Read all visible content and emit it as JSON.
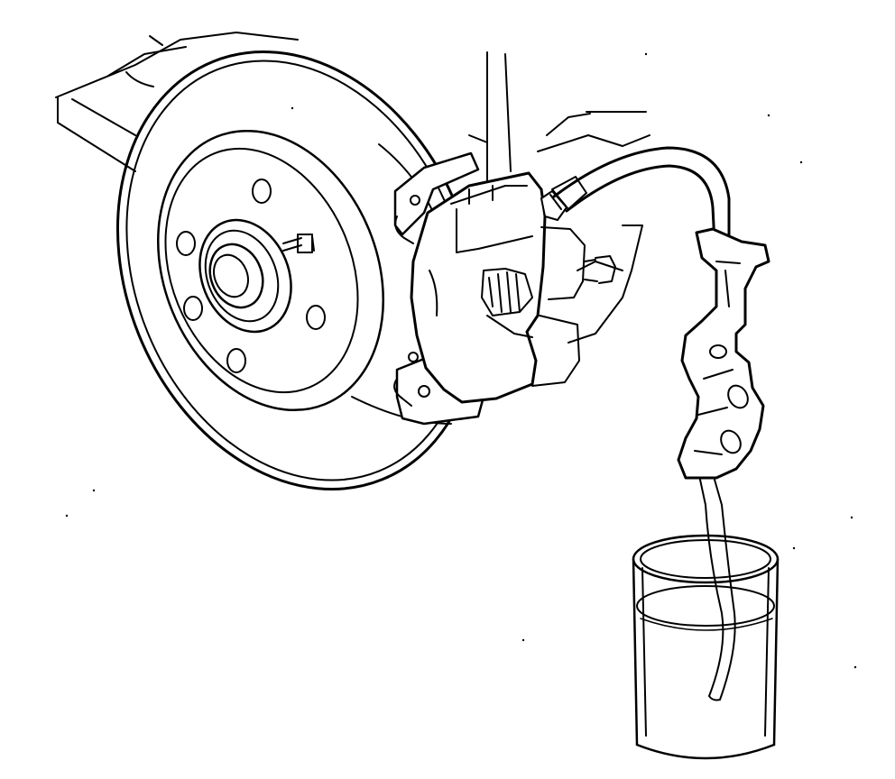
{
  "figure": {
    "subject": "brake-bleeding-illustration",
    "background_color": "#ffffff",
    "ink_color": "#000000",
    "components": [
      "vehicle-body",
      "brake-disc",
      "wheel-hub",
      "wheel-stud",
      "brake-caliper",
      "bleeder-screw",
      "brake-hose",
      "hose-clip",
      "drain-tube",
      "collection-container",
      "brake-fluid"
    ]
  }
}
